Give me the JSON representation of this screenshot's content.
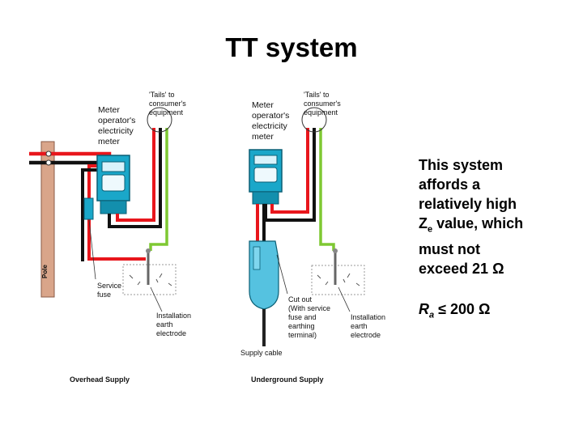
{
  "title": "TT system",
  "left_diagram": {
    "meter_label": [
      "Meter",
      "operator's",
      "electricity",
      "meter"
    ],
    "tails_label": [
      "'Tails' to",
      "consumer's",
      "equipment"
    ],
    "service_fuse_label": [
      "Service",
      "fuse"
    ],
    "earth_electrode_label": [
      "Installation",
      "earth",
      "electrode"
    ],
    "pole_label": "Pole",
    "caption": "Overhead Supply"
  },
  "right_diagram": {
    "meter_label": [
      "Meter",
      "operator's",
      "electricity",
      "meter"
    ],
    "tails_label": [
      "'Tails' to",
      "consumer's",
      "equipment"
    ],
    "cutout_label": [
      "Cut out",
      "(With service",
      "fuse and",
      "earthing",
      "terminal)"
    ],
    "earth_electrode_label": [
      "Installation",
      "earth",
      "electrode"
    ],
    "supply_cable_label": "Supply cable",
    "caption": "Underground Supply"
  },
  "side_text": {
    "line1": "This system",
    "line2": "affords a",
    "line3": "relatively high",
    "line4_pre": "Z",
    "line4_sub": "e",
    "line4_post": " value, which",
    "line5": "must not",
    "line6": "exceed 21 Ω",
    "ra_symbol": "R",
    "ra_sub": "a",
    "ra_rest": " ≤ 200  Ω"
  },
  "colors": {
    "phase": "#e8161c",
    "neutral": "#111111",
    "earth": "#7ec832",
    "meter_body": "#1aa7c9",
    "pole": "#d9a58a",
    "cutout": "#55c2e0"
  }
}
